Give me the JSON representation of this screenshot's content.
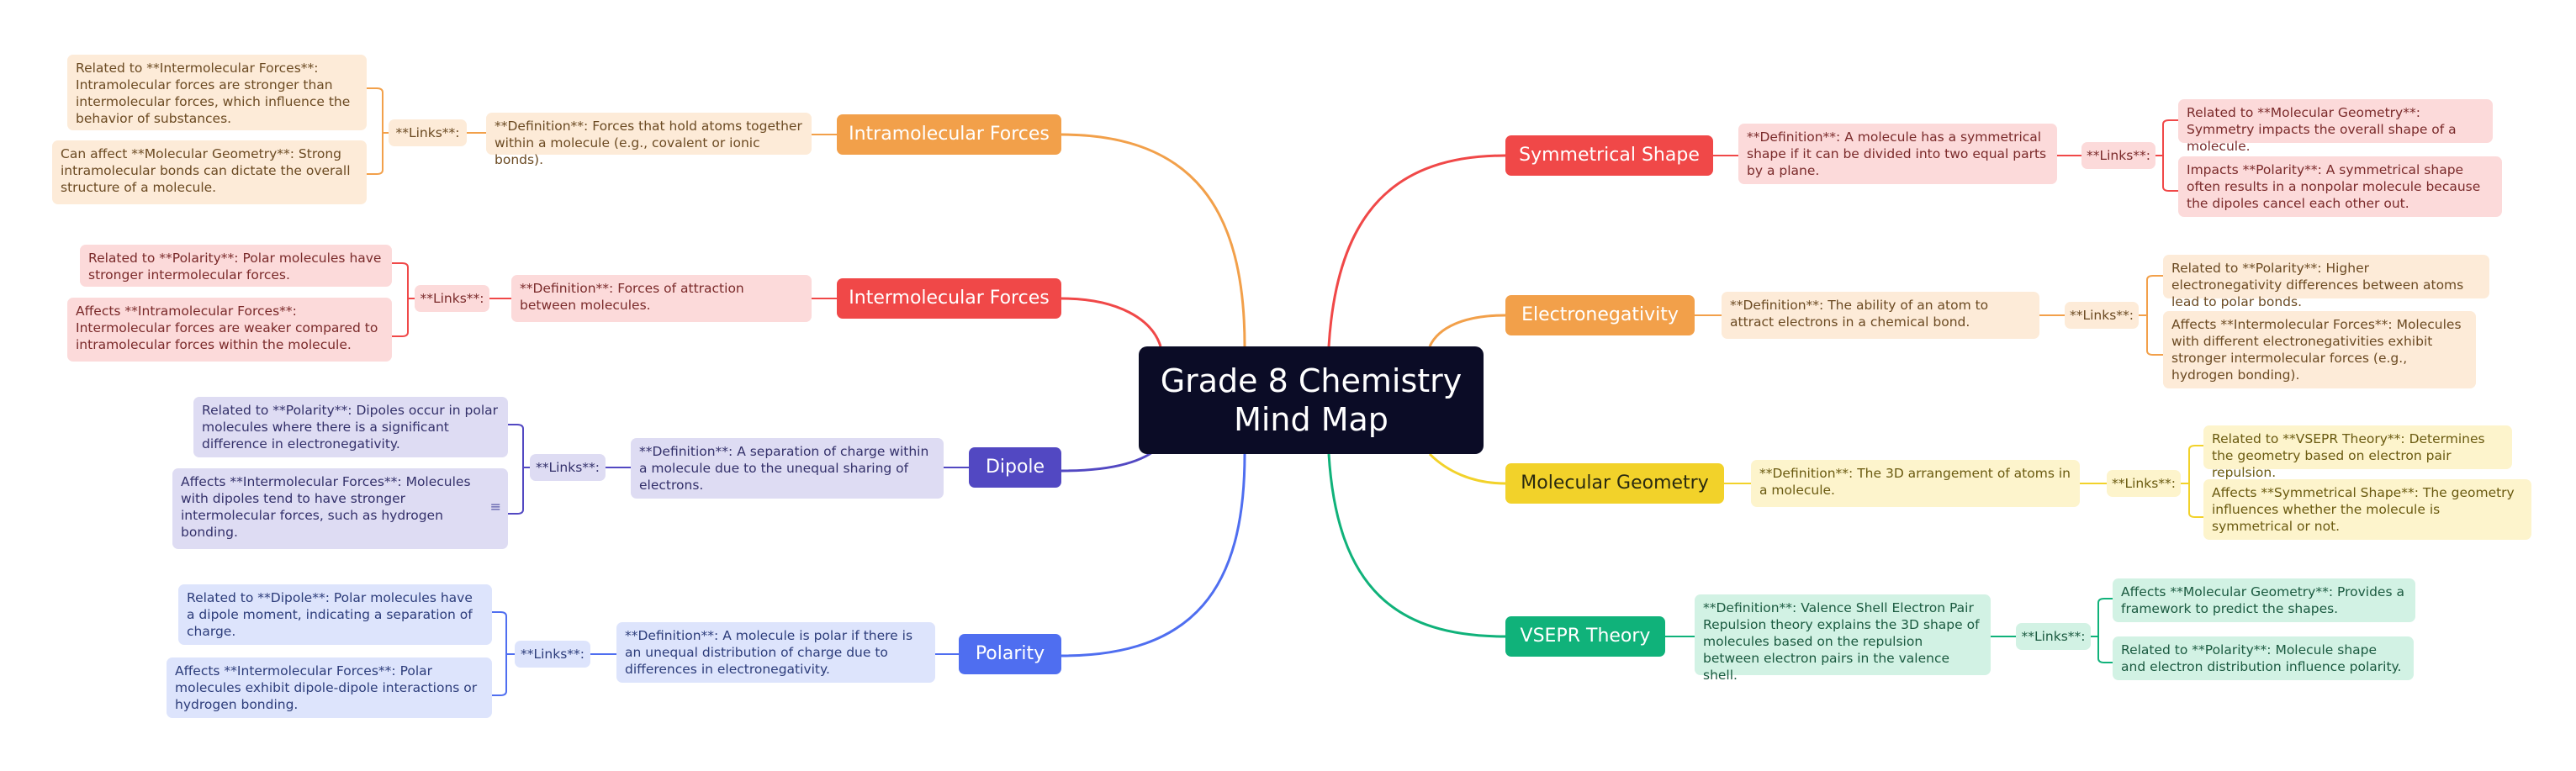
{
  "central": "Grade 8 Chemistry\nMind Map",
  "colors": {
    "orange": "#f2a04a",
    "red": "#f04848",
    "purple": "#5248c2",
    "blue": "#4f6ef0",
    "yellow": "#f2d22a",
    "green": "#10b27a",
    "darkBg": "#0b0c26"
  },
  "branches": {
    "intramolecular": {
      "title": "Intramolecular Forces",
      "definition": "**Definition**: Forces that hold atoms together within a molecule (e.g., covalent or ionic bonds).",
      "links_label": "**Links**:",
      "links": [
        "Related to **Intermolecular Forces**: Intramolecular forces are stronger than intermolecular forces, which influence the behavior of substances.",
        "Can affect **Molecular Geometry**: Strong intramolecular bonds can dictate the overall structure of a molecule."
      ]
    },
    "intermolecular": {
      "title": "Intermolecular Forces",
      "definition": "**Definition**: Forces of attraction between molecules.",
      "links_label": "**Links**:",
      "links": [
        "Related to **Polarity**: Polar molecules have stronger intermolecular forces.",
        "Affects **Intramolecular Forces**: Intermolecular forces are weaker compared to intramolecular forces within the molecule."
      ]
    },
    "dipole": {
      "title": "Dipole",
      "definition": "**Definition**: A separation of charge within a molecule due to the unequal sharing of electrons.",
      "links_label": "**Links**:",
      "links": [
        "Related to **Polarity**: Dipoles occur in polar molecules where there is a significant difference in electronegativity.",
        "Affects **Intermolecular Forces**: Molecules with dipoles tend to have stronger intermolecular forces, such as hydrogen bonding."
      ]
    },
    "polarity": {
      "title": "Polarity",
      "definition": "**Definition**: A molecule is polar if there is an unequal distribution of charge due to differences in electronegativity.",
      "links_label": "**Links**:",
      "links": [
        "Related to **Dipole**: Polar molecules have a dipole moment, indicating a separation of charge.",
        "Affects **Intermolecular Forces**: Polar molecules exhibit dipole-dipole interactions or hydrogen bonding."
      ]
    },
    "symmetrical": {
      "title": "Symmetrical Shape",
      "definition": "**Definition**: A molecule has a symmetrical shape if it can be divided into two equal parts by a plane.",
      "links_label": "**Links**:",
      "links": [
        "Related to **Molecular Geometry**: Symmetry impacts the overall shape of a molecule.",
        "Impacts **Polarity**: A symmetrical shape often results in a nonpolar molecule because the dipoles cancel each other out."
      ]
    },
    "electronegativity": {
      "title": "Electronegativity",
      "definition": "**Definition**: The ability of an atom to attract electrons in a chemical bond.",
      "links_label": "**Links**:",
      "links": [
        "Related to **Polarity**: Higher electronegativity differences between atoms lead to polar bonds.",
        "Affects **Intermolecular Forces**: Molecules with different electronegativities exhibit stronger intermolecular forces (e.g., hydrogen bonding)."
      ]
    },
    "geometry": {
      "title": "Molecular Geometry",
      "definition": "**Definition**: The 3D arrangement of atoms in a molecule.",
      "links_label": "**Links**:",
      "links": [
        "Related to **VSEPR Theory**: Determines the geometry based on electron pair repulsion.",
        "Affects **Symmetrical Shape**: The geometry influences whether the molecule is symmetrical or not."
      ]
    },
    "vsepr": {
      "title": "VSEPR Theory",
      "definition": "**Definition**: Valence Shell Electron Pair Repulsion theory explains the 3D shape of molecules based on the repulsion between electron pairs in the valence shell.",
      "links_label": "**Links**:",
      "links": [
        "Affects **Molecular Geometry**: Provides a framework to predict the shapes.",
        "Related to **Polarity**: Molecule shape and electron distribution influence polarity."
      ]
    }
  }
}
